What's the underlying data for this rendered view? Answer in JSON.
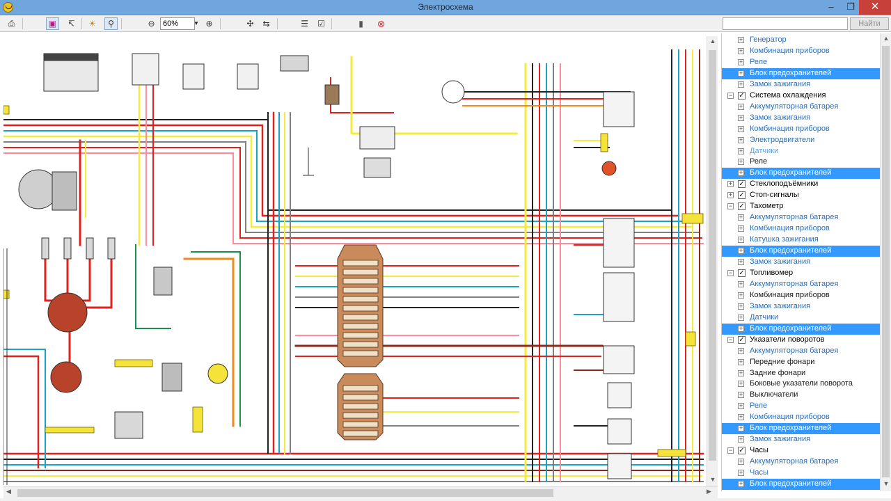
{
  "window": {
    "title": "Электросхема"
  },
  "colors": {
    "titlebar": "#6ea6dd",
    "close_button": "#c7413a",
    "selection": "#3399ff",
    "link_text": "#2e6fb2"
  },
  "toolbar": {
    "buttons": [
      "print-icon",
      "select-icon",
      "link-icon",
      "bulb-icon",
      "find-icon",
      "zoom-out-icon",
      "zoom-in-icon",
      "fit-icon",
      "swap-icon",
      "list-icon",
      "list-check-icon",
      "eraser-icon",
      "stop-icon"
    ],
    "zoom_value": "60%",
    "search": {
      "value": "",
      "placeholder": ""
    },
    "search_button": "Найти"
  },
  "tree": {
    "items": [
      {
        "label": "Генератор",
        "level": 1
      },
      {
        "label": "Комбинация приборов",
        "level": 1
      },
      {
        "label": "Реле",
        "level": 1
      },
      {
        "label": "Блок предохранителей",
        "level": 1,
        "selected": true
      },
      {
        "label": "Замок зажигания",
        "level": 1
      },
      {
        "label": "Система охлаждения",
        "level": 0,
        "expanded": true,
        "checked": true
      },
      {
        "label": "Аккумуляторная батарея",
        "level": 1
      },
      {
        "label": "Замок зажигания",
        "level": 1
      },
      {
        "label": "Комбинация приборов",
        "level": 1
      },
      {
        "label": "Электродвигатели",
        "level": 1
      },
      {
        "label": "Датчики",
        "level": 1,
        "muted": true
      },
      {
        "label": "Реле",
        "level": 1,
        "plain": true
      },
      {
        "label": "Блок предохранителей",
        "level": 1,
        "selected": true
      },
      {
        "label": "Стеклоподъёмники",
        "level": 0,
        "expanded": false,
        "checked": true
      },
      {
        "label": "Стоп-сигналы",
        "level": 0,
        "expanded": false,
        "checked": true
      },
      {
        "label": "Тахометр",
        "level": 0,
        "expanded": true,
        "checked": true
      },
      {
        "label": "Аккумуляторная батарея",
        "level": 1
      },
      {
        "label": "Комбинация приборов",
        "level": 1
      },
      {
        "label": "Катушка зажигания",
        "level": 1
      },
      {
        "label": "Блок предохранителей",
        "level": 1,
        "selected": true
      },
      {
        "label": "Замок зажигания",
        "level": 1
      },
      {
        "label": "Топливомер",
        "level": 0,
        "expanded": true,
        "checked": true
      },
      {
        "label": "Аккумуляторная батарея",
        "level": 1
      },
      {
        "label": "Комбинация приборов",
        "level": 1,
        "plain": true
      },
      {
        "label": "Замок зажигания",
        "level": 1
      },
      {
        "label": "Датчики",
        "level": 1
      },
      {
        "label": "Блок предохранителей",
        "level": 1,
        "selected": true
      },
      {
        "label": "Указатели поворотов",
        "level": 0,
        "expanded": true,
        "checked": true
      },
      {
        "label": "Аккумуляторная батарея",
        "level": 1
      },
      {
        "label": "Передние фонари",
        "level": 1,
        "plain": true
      },
      {
        "label": "Задние фонари",
        "level": 1,
        "plain": true
      },
      {
        "label": "Боковые указатели поворота",
        "level": 1,
        "plain": true
      },
      {
        "label": "Выключатели",
        "level": 1,
        "plain": true
      },
      {
        "label": "Реле",
        "level": 1
      },
      {
        "label": "Комбинация приборов",
        "level": 1
      },
      {
        "label": "Блок предохранителей",
        "level": 1,
        "selected": true
      },
      {
        "label": "Замок зажигания",
        "level": 1
      },
      {
        "label": "Часы",
        "level": 0,
        "expanded": true,
        "checked": true
      },
      {
        "label": "Аккумуляторная батарея",
        "level": 1
      },
      {
        "label": "Часы",
        "level": 1
      },
      {
        "label": "Блок предохранителей",
        "level": 1,
        "selected": true
      }
    ]
  }
}
